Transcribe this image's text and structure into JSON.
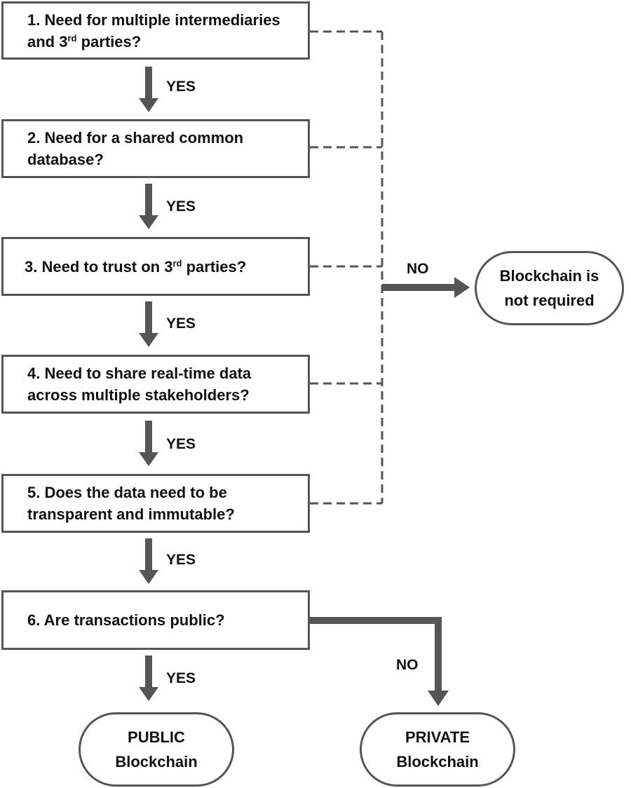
{
  "questions": [
    {
      "text": "1. Need for multiple intermediaries and 3",
      "sup": "rd",
      "tail": " parties?"
    },
    {
      "text": "2. Need for a shared common database?",
      "sup": "",
      "tail": ""
    },
    {
      "text": "3. Need to trust on 3",
      "sup": "rd",
      "tail": " parties?"
    },
    {
      "text": "4. Need to share real-time data across multiple stakeholders?",
      "sup": "",
      "tail": ""
    },
    {
      "text": "5. Does the data need to be transparent and immutable?",
      "sup": "",
      "tail": ""
    },
    {
      "text": "6. Are transactions public?",
      "sup": "",
      "tail": ""
    }
  ],
  "yes_labels": [
    "YES",
    "YES",
    "YES",
    "YES",
    "YES",
    "YES"
  ],
  "no_label_main": "NO",
  "no_label_private": "NO",
  "outcomes": {
    "not_required": {
      "line1": "Blockchain is",
      "line2": "not required"
    },
    "public": {
      "line1": "PUBLIC",
      "line2": "Blockchain"
    },
    "private": {
      "line1": "PRIVATE",
      "line2": "Blockchain"
    }
  },
  "colors": {
    "stroke": "#555555",
    "text": "#111111"
  }
}
